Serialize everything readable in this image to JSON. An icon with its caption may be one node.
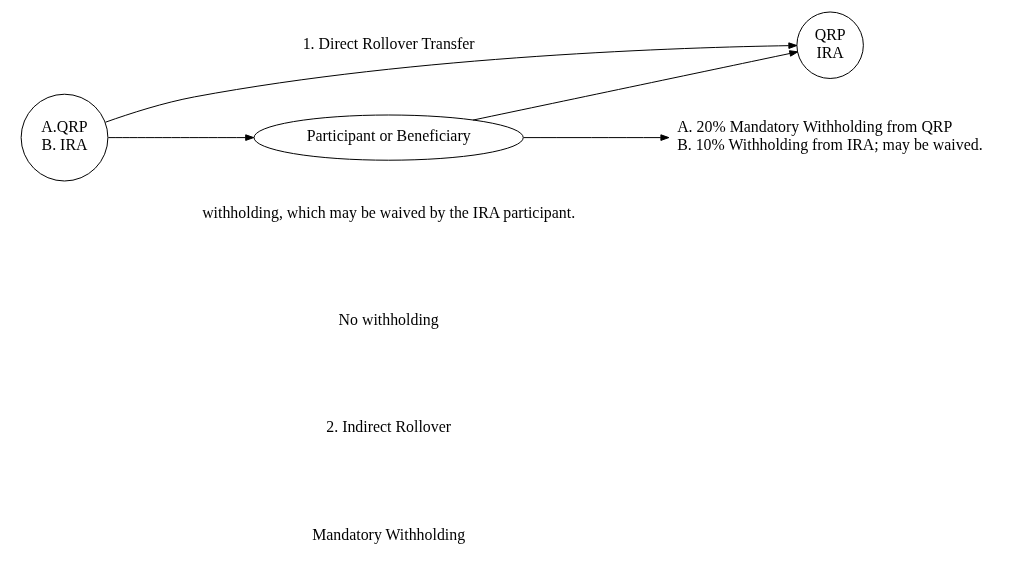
{
  "diagram": {
    "nodes": [
      {
        "text": [
          "A.QRP",
          "B. IRA"
        ]
      },
      {
        "text": [
          "QRP",
          "IRA"
        ]
      },
      {
        "text": [
          "Participant or Beneficiary"
        ]
      },
      {
        "text": [
          "A. 20% Mandatory Withholding from QRP",
          "B. 10% Withholding from IRA; may be waived."
        ]
      }
    ],
    "edges": [
      {
        "from": 0,
        "to": 1,
        "arrow": "to",
        "label": "1. Direct Rollover Transfer"
      },
      {
        "from": 0,
        "to": 2,
        "arrow": "to"
      },
      {
        "from": 2,
        "to": 1,
        "arrow": "to"
      },
      {
        "from": 2,
        "to": 3,
        "arrow": "to"
      }
    ],
    "labels": [
      "withholding, which may be waived by the IRA participant.",
      "No withholding",
      "2. Indirect Rollover",
      "Mandatory Withholding"
    ]
  }
}
